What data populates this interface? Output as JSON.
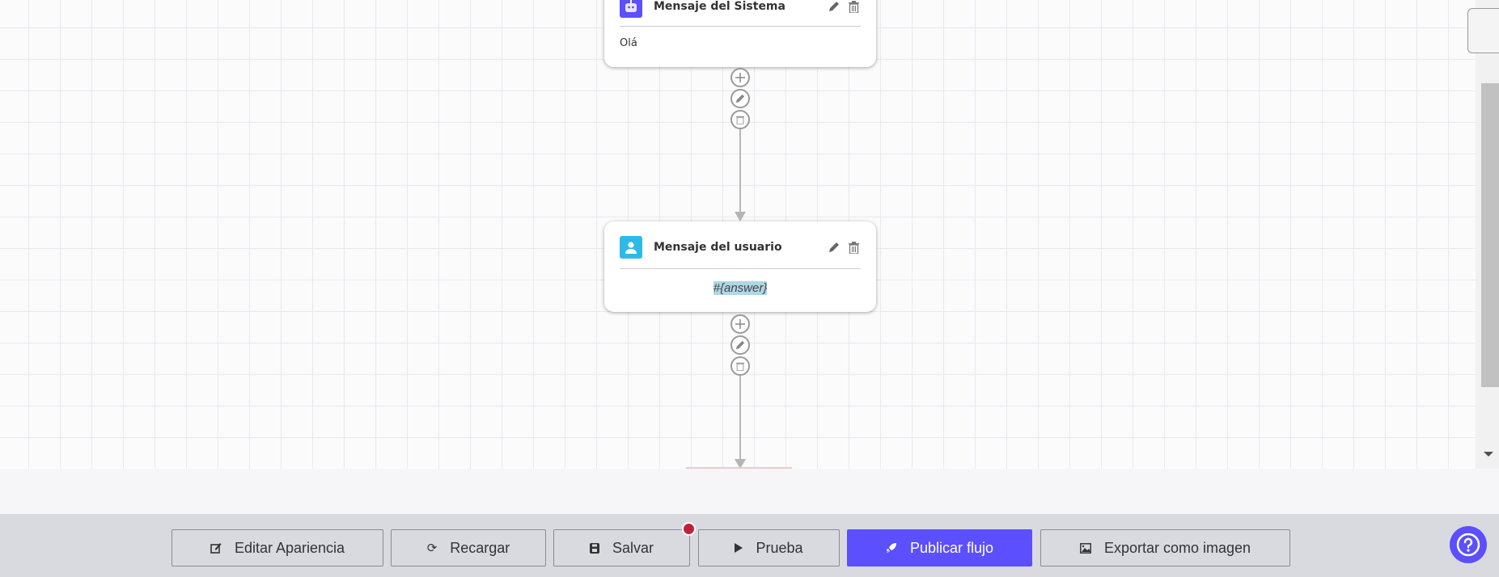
{
  "nodes": [
    {
      "title": "Mensaje del Sistema",
      "icon": "robot-icon",
      "color": "#5b4ffe",
      "content": "Olá"
    },
    {
      "title": "Mensaje del usuario",
      "icon": "user-icon",
      "color": "#2fb9e8",
      "content": "#{answer}"
    }
  ],
  "toolbar": {
    "edit_appearance": "Editar Apariencia",
    "reload": "Recargar",
    "save": "Salvar",
    "test": "Prueba",
    "publish": "Publicar flujo",
    "export": "Exportar como imagen"
  },
  "colors": {
    "accent": "#5b4ffe",
    "unsaved_dot": "#c0203a",
    "user": "#2fb9e8"
  }
}
